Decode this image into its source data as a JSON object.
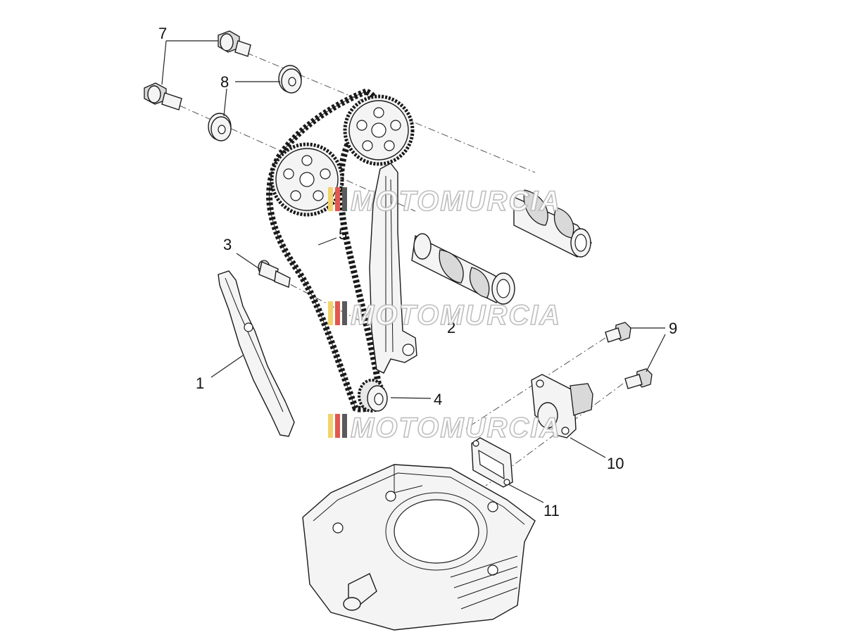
{
  "diagram": {
    "callouts": [
      {
        "id": "1",
        "text": "1"
      },
      {
        "id": "2",
        "text": "2"
      },
      {
        "id": "3",
        "text": "3"
      },
      {
        "id": "4",
        "text": "4"
      },
      {
        "id": "5",
        "text": "5"
      },
      {
        "id": "7",
        "text": "7"
      },
      {
        "id": "8",
        "text": "8"
      },
      {
        "id": "9",
        "text": "9"
      },
      {
        "id": "10",
        "text": "10"
      },
      {
        "id": "11",
        "text": "11"
      }
    ],
    "watermark": {
      "text": "MOTOMURCIA",
      "stripe_colors": [
        "#f2d36b",
        "#e3574e",
        "#5a5a5a"
      ]
    },
    "colors": {
      "line": "#1a1a1a",
      "part_fill": "#f4f4f4",
      "background": "#ffffff"
    }
  }
}
